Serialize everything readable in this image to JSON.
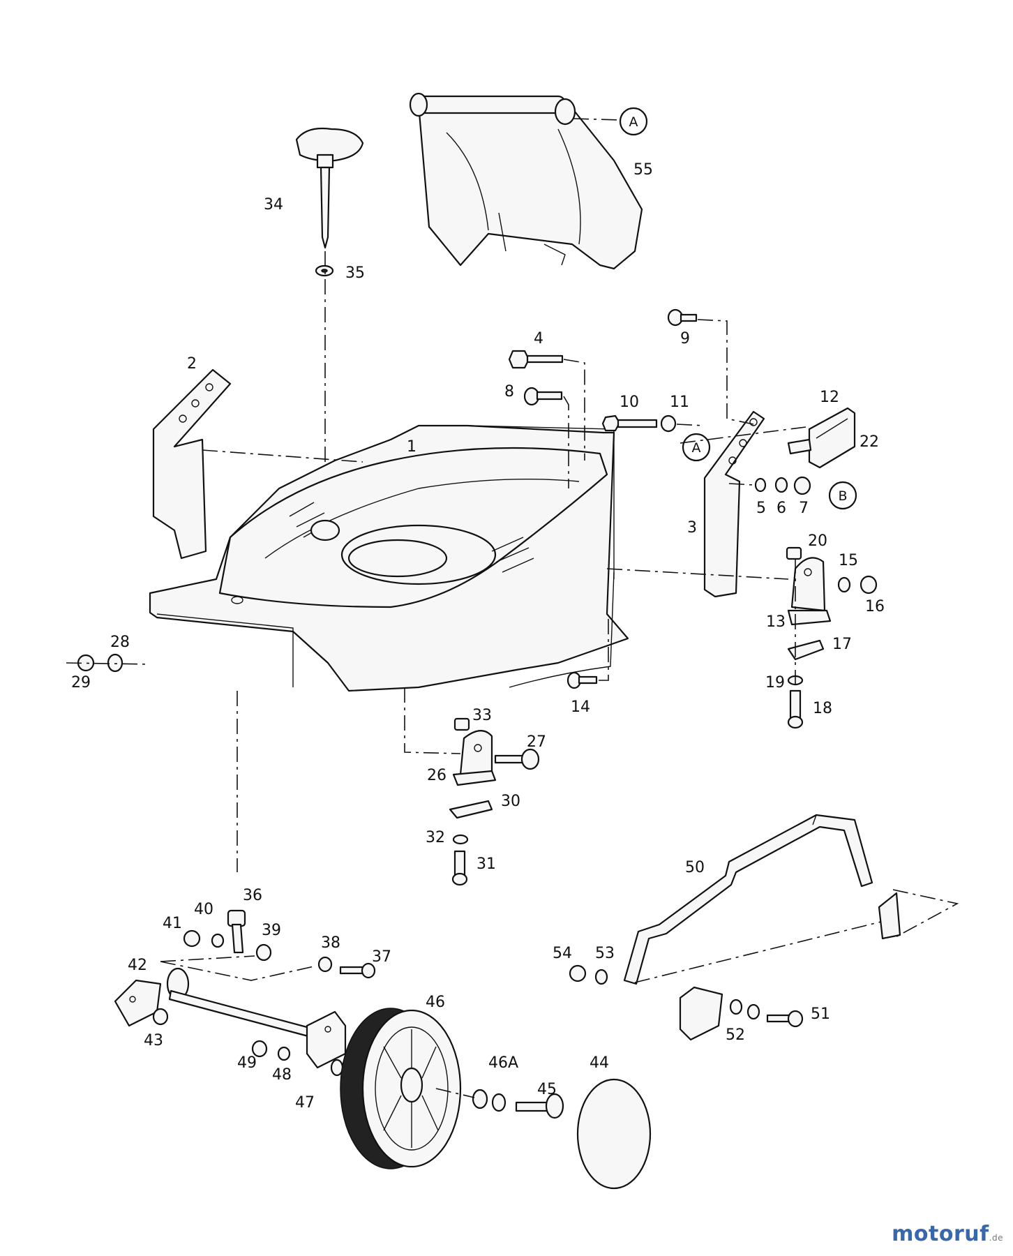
{
  "watermark": {
    "main": "motoruf",
    "suffix": ".de"
  },
  "callouts": {
    "c1": "1",
    "c2": "2",
    "c3": "3",
    "c4": "4",
    "c5": "5",
    "c6": "6",
    "c7": "7",
    "c8": "8",
    "c9": "9",
    "c10": "10",
    "c11": "11",
    "c12": "12",
    "c13": "13",
    "c14": "14",
    "c15": "15",
    "c16": "16",
    "c17": "17",
    "c18": "18",
    "c19": "19",
    "c20": "20",
    "c22": "22",
    "c26": "26",
    "c27": "27",
    "c28": "28",
    "c29": "29",
    "c30": "30",
    "c31": "31",
    "c32": "32",
    "c33": "33",
    "c34": "34",
    "c35": "35",
    "c36": "36",
    "c37": "37",
    "c38": "38",
    "c39": "39",
    "c40": "40",
    "c41": "41",
    "c42": "42",
    "c43": "43",
    "c44": "44",
    "c45": "45",
    "c46": "46",
    "c46A": "46A",
    "c47": "47",
    "c48": "48",
    "c49": "49",
    "c50": "50",
    "c51": "51",
    "c52": "52",
    "c53": "53",
    "c54": "54",
    "c55": "55"
  },
  "refs": {
    "a": "A",
    "b": "B"
  }
}
